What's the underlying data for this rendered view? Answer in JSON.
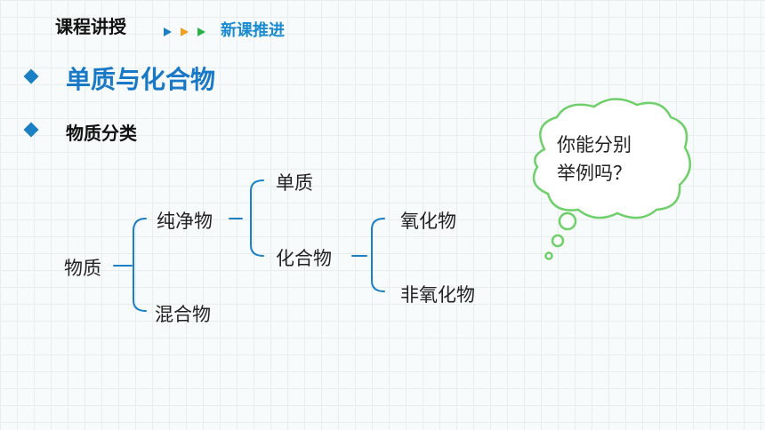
{
  "header": {
    "title": "课程讲授",
    "subtitle": "新课推进",
    "arrow_colors": [
      "#1b7fc4",
      "#f0a020",
      "#2bb24a"
    ]
  },
  "section": {
    "title": "单质与化合物",
    "subtitle": "物质分类"
  },
  "tree": {
    "root": "物质",
    "pure": "纯净物",
    "mixture": "混合物",
    "element": "单质",
    "compound": "化合物",
    "oxide": "氧化物",
    "non_oxide": "非氧化物"
  },
  "cloud": {
    "line1": "你能分别",
    "line2": "举例吗？"
  },
  "colors": {
    "accent": "#1b7fc4",
    "bracket": "#1b7fc4",
    "cloud_stroke": "#6fcf6a"
  }
}
